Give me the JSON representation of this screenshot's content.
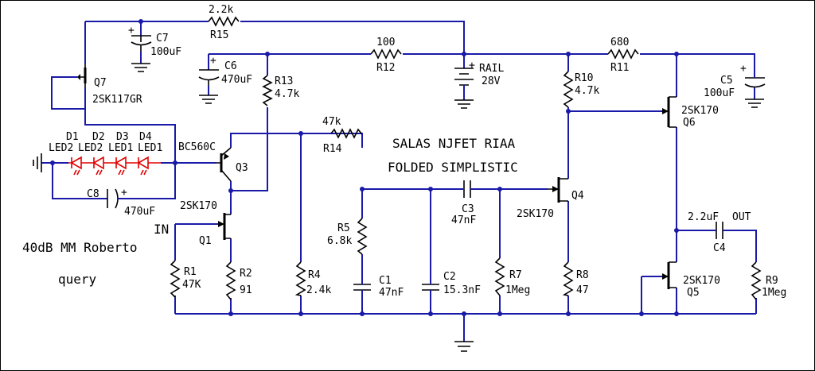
{
  "title": {
    "line1": "SALAS NJFET RIAA",
    "line2": "FOLDED SIMPLISTIC"
  },
  "notes": {
    "gain": "40dB MM Roberto",
    "query": "query",
    "input": "IN",
    "output": "OUT"
  },
  "rail": {
    "label": "RAIL",
    "voltage": "28V"
  },
  "resistors": {
    "R1": {
      "ref": "R1",
      "value": "47K"
    },
    "R2": {
      "ref": "R2",
      "value": "91"
    },
    "R4": {
      "ref": "R4",
      "value": "2.4k"
    },
    "R5": {
      "ref": "R5",
      "value": "6.8k"
    },
    "R7": {
      "ref": "R7",
      "value": "1Meg"
    },
    "R8": {
      "ref": "R8",
      "value": "47"
    },
    "R9": {
      "ref": "R9",
      "value": "1Meg"
    },
    "R10": {
      "ref": "R10",
      "value": "4.7k"
    },
    "R11": {
      "ref": "R11",
      "value": "680"
    },
    "R12": {
      "ref": "R12",
      "value": "100"
    },
    "R13": {
      "ref": "R13",
      "value": "4.7k"
    },
    "R14": {
      "ref": "R14",
      "value": "47k"
    },
    "R15": {
      "ref": "R15",
      "value": "2.2k"
    }
  },
  "capacitors": {
    "C1": {
      "ref": "C1",
      "value": "47nF"
    },
    "C2": {
      "ref": "C2",
      "value": "15.3nF"
    },
    "C3": {
      "ref": "C3",
      "value": "47nF"
    },
    "C4": {
      "ref": "C4",
      "value": "2.2uF"
    },
    "C5": {
      "ref": "C5",
      "value": "100uF"
    },
    "C6": {
      "ref": "C6",
      "value": "470uF"
    },
    "C7": {
      "ref": "C7",
      "value": "100uF"
    },
    "C8": {
      "ref": "C8",
      "value": "470uF"
    }
  },
  "transistors": {
    "Q1": {
      "ref": "Q1",
      "part": "2SK170"
    },
    "Q3": {
      "ref": "Q3",
      "part": "BC560C"
    },
    "Q4": {
      "ref": "Q4",
      "part": "2SK170"
    },
    "Q5": {
      "ref": "Q5",
      "part": "2SK170"
    },
    "Q6": {
      "ref": "Q6",
      "part": "2SK170"
    },
    "Q7": {
      "ref": "Q7",
      "part": "2SK117GR"
    }
  },
  "leds": {
    "D1": {
      "ref": "D1",
      "part": "LED2"
    },
    "D2": {
      "ref": "D2",
      "part": "LED2"
    },
    "D3": {
      "ref": "D3",
      "part": "LED1"
    },
    "D4": {
      "ref": "D4",
      "part": "LED1"
    }
  },
  "plus_sign": "+"
}
